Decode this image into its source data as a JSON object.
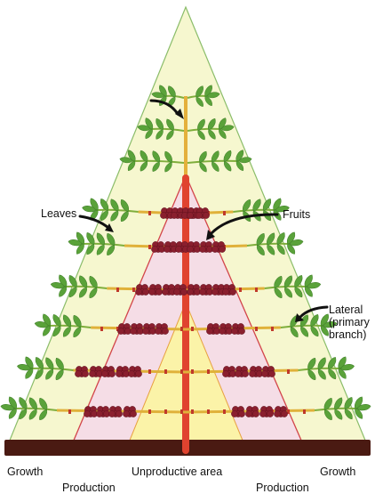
{
  "labels": {
    "leaves": "Leaves",
    "fruits": "Fruits",
    "lateral_line1": "Lateral",
    "lateral_line2": "(primary",
    "lateral_line3": "branch)",
    "growth_left": "Growth",
    "growth_right": "Growth",
    "production_left": "Production",
    "production_right": "Production",
    "unproductive": "Unproductive area"
  },
  "colors": {
    "outer_triangle_fill": "#f6f7cf",
    "outer_triangle_stroke": "#8bbd6a",
    "production_zone_fill": "#f5dde6",
    "production_zone_stroke": "#d2454a",
    "unproductive_zone_fill": "#fbf3a8",
    "trunk": "#e0432f",
    "branch": "#e0b13a",
    "leaf": "#5aa23a",
    "leaf_dark": "#3f7f27",
    "fruit": "#8a1f2e",
    "ground": "#4a1a12",
    "arrow": "#111111"
  },
  "icons": {
    "leaf": "leaf-icon",
    "fruit": "coffee-cherry-icon",
    "pointer": "curved-arrow-icon"
  }
}
